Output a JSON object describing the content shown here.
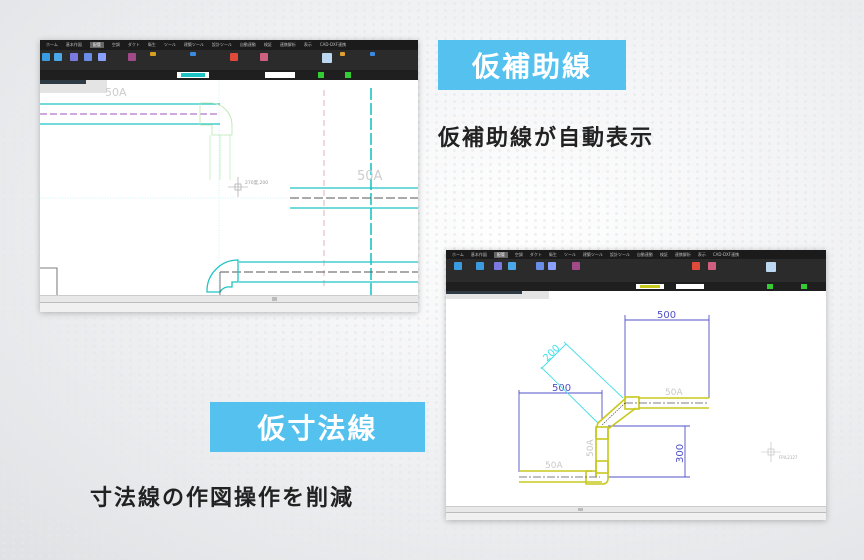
{
  "feature1": {
    "badge": "仮補助線",
    "caption": "仮補助線が自動表示"
  },
  "feature2": {
    "badge": "仮寸法線",
    "caption": "寸法線の作図操作を削減"
  },
  "colors": {
    "badge": "#55c1ef",
    "pipe_top": "#1fc3c3",
    "pipe_bottom": "#c8c81e",
    "dimension": "#5050c8",
    "aux": "#44e0e8"
  },
  "cad": {
    "menu_tabs": [
      "ホーム",
      "基本作図",
      "配管",
      "空調",
      "ダクト",
      "衛生",
      "ツール",
      "建築ツール",
      "設計ツール",
      "自動連動",
      "検証",
      "連携解析",
      "表示",
      "CAD-DXF連携"
    ],
    "top": {
      "pipe_labels": [
        "50A",
        "50A"
      ],
      "cursor_readout": "270度,200"
    },
    "bottom": {
      "dims": [
        "500",
        "200",
        "500",
        "300"
      ],
      "pipe_labels": [
        "50A",
        "50A",
        "50A"
      ],
      "cursor_readout": "FP/L2127"
    }
  }
}
